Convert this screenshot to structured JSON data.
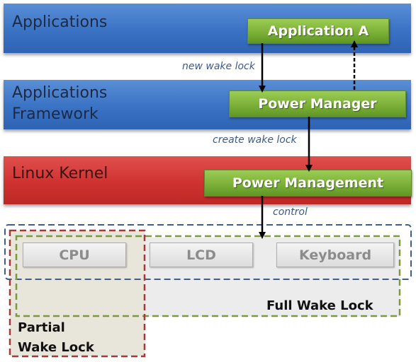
{
  "layers": {
    "applications": "Applications",
    "framework_line1": "Applications",
    "framework_line2": "Framework",
    "kernel": "Linux Kernel"
  },
  "components": {
    "application_a": "Application A",
    "power_manager": "Power Manager",
    "power_management": "Power Management"
  },
  "arrows": {
    "new_wake_lock": "new wake lock",
    "create_wake_lock": "create wake lock",
    "control": "control"
  },
  "hardware": {
    "cpu": "CPU",
    "lcd": "LCD",
    "keyboard": "Keyboard"
  },
  "wake_locks": {
    "full": "Full Wake Lock",
    "partial_line1": "Partial",
    "partial_line2": "Wake Lock"
  },
  "colors": {
    "layer_blue": "#3a72c4",
    "kernel_red": "#cf3230",
    "component_green": "#7fb33a",
    "full_wake_lock_border": "#7a9a3c",
    "partial_wake_lock_border": "#a33a3a",
    "hardware_group_border": "#3f5f8a"
  }
}
